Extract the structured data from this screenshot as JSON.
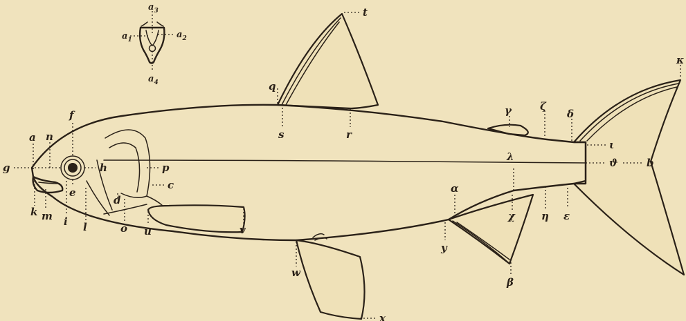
{
  "labels": {
    "t": "t",
    "q": "q",
    "s": "s",
    "r": "r",
    "gamma": "γ",
    "zeta": "ζ",
    "delta": "δ",
    "kappa": "κ",
    "iota": "ι",
    "b": "b",
    "theta": "ϑ",
    "lambda": "λ",
    "chi": "χ",
    "eta": "η",
    "epsilon": "ε",
    "alpha": "α",
    "y": "y",
    "beta": "β",
    "w": "w",
    "x": "x",
    "v": "v",
    "u": "u",
    "f": "f",
    "a": "a",
    "n": "n",
    "g": "g",
    "h": "h",
    "p": "p",
    "c": "c",
    "d": "d",
    "e": "e",
    "k": "k",
    "m": "m",
    "i": "i",
    "l": "l",
    "o": "o"
  },
  "inset_labels": {
    "a3": {
      "base": "a",
      "sub": "3"
    },
    "a1": {
      "base": "a",
      "sub": "1"
    },
    "a2": {
      "base": "a",
      "sub": "2"
    },
    "a4": {
      "base": "a",
      "sub": "4"
    }
  }
}
